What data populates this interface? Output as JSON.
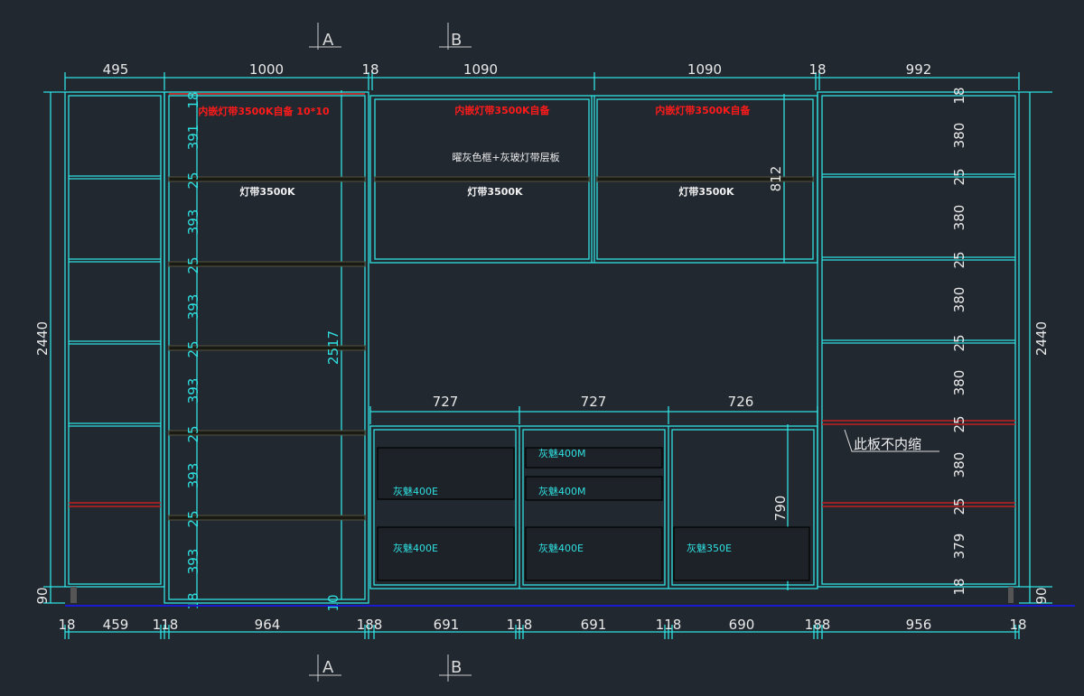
{
  "top_dims": [
    "495",
    "1000",
    "18",
    "1090",
    "1090",
    "18",
    "992"
  ],
  "bottom_dims": [
    "18",
    "459",
    "118",
    "964",
    "188",
    "691",
    "118",
    "691",
    "118",
    "690",
    "188",
    "956",
    "18"
  ],
  "middle_dims": [
    "727",
    "727",
    "726"
  ],
  "overall_height": "2440",
  "plinth": "90",
  "col2_dims": [
    "18",
    "391",
    "25",
    "393",
    "25",
    "393",
    "25",
    "393",
    "25",
    "393",
    "25",
    "393",
    "18"
  ],
  "col2_height": "2517",
  "col2_bottom": "10",
  "right_dims": [
    "18",
    "380",
    "25",
    "380",
    "25",
    "380",
    "25",
    "380",
    "25",
    "380",
    "25",
    "379",
    "18"
  ],
  "upper_height": "812",
  "lower_height": "790",
  "labels": {
    "led_note_1": "内嵌灯带3500K自备  10*10",
    "led_note_2": "内嵌灯带3500K自备",
    "led_note_3": "内嵌灯带3500K自备",
    "shelf_note": "曜灰色框+灰玻灯带层板",
    "strip_1": "灯带3500K",
    "strip_2": "灯带3500K",
    "strip_3": "灯带3500K",
    "no_inset": "此板不内缩"
  },
  "drawers": [
    "灰魅400E",
    "灰魅400E",
    "灰魅400M",
    "灰魅400M",
    "灰魅400E",
    "灰魅350E"
  ],
  "sections": {
    "a": "A",
    "b": "B"
  }
}
